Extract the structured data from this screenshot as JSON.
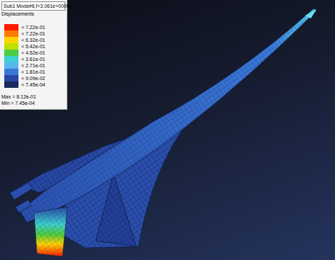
{
  "diagram": {
    "title": "Sub1 Mode#6,f=3.061e+000Hz",
    "labels": [
      "Displacements",
      "Max = 8.12e-01",
      "Min = 7.45e-04"
    ],
    "legend": [
      {
        "text": "> 7.22e-01",
        "color": "#ff1a00"
      },
      {
        "text": "< 7.22e-01",
        "color": "#ff7a00"
      },
      {
        "text": "< 6.32e-01",
        "color": "#ffd400"
      },
      {
        "text": "< 5.42e-01",
        "color": "#bfe000"
      },
      {
        "text": "< 4.52e-01",
        "color": "#4ccc44"
      },
      {
        "text": "< 3.61e-01",
        "color": "#3fd0d0"
      },
      {
        "text": "< 2.71e-01",
        "color": "#55b8f0"
      },
      {
        "text": "< 1.81e-01",
        "color": "#3a78d8"
      },
      {
        "text": "< 9.09e-02",
        "color": "#2846a6"
      },
      {
        "text": "< 7.45e-04",
        "color": "#1a2a5e"
      }
    ]
  }
}
